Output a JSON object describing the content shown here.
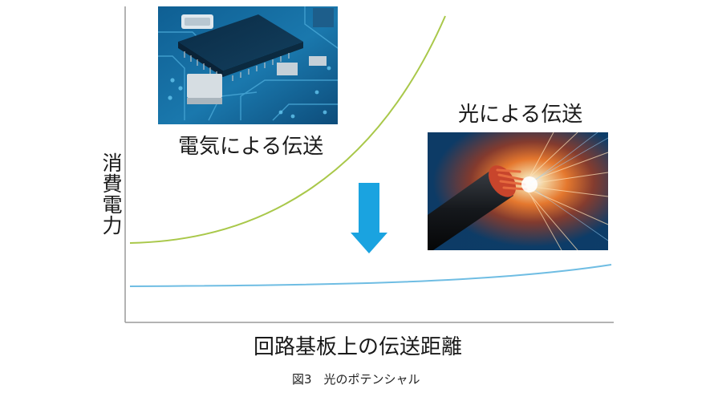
{
  "figure": {
    "caption": "図3　光のポテンシャル",
    "y_axis_label": "消費電力",
    "x_axis_label": "回路基板上の伝送距離",
    "electric_label": "電気による伝送",
    "optical_label": "光による伝送"
  },
  "images": {
    "electric": "circuit-board-photo",
    "optical": "optical-fiber-cable-photo"
  },
  "colors": {
    "electric_curve": "#a9c84a",
    "optical_curve": "#6fbde3",
    "arrow": "#1aa3e0",
    "axis": "#9a9a9a"
  }
}
